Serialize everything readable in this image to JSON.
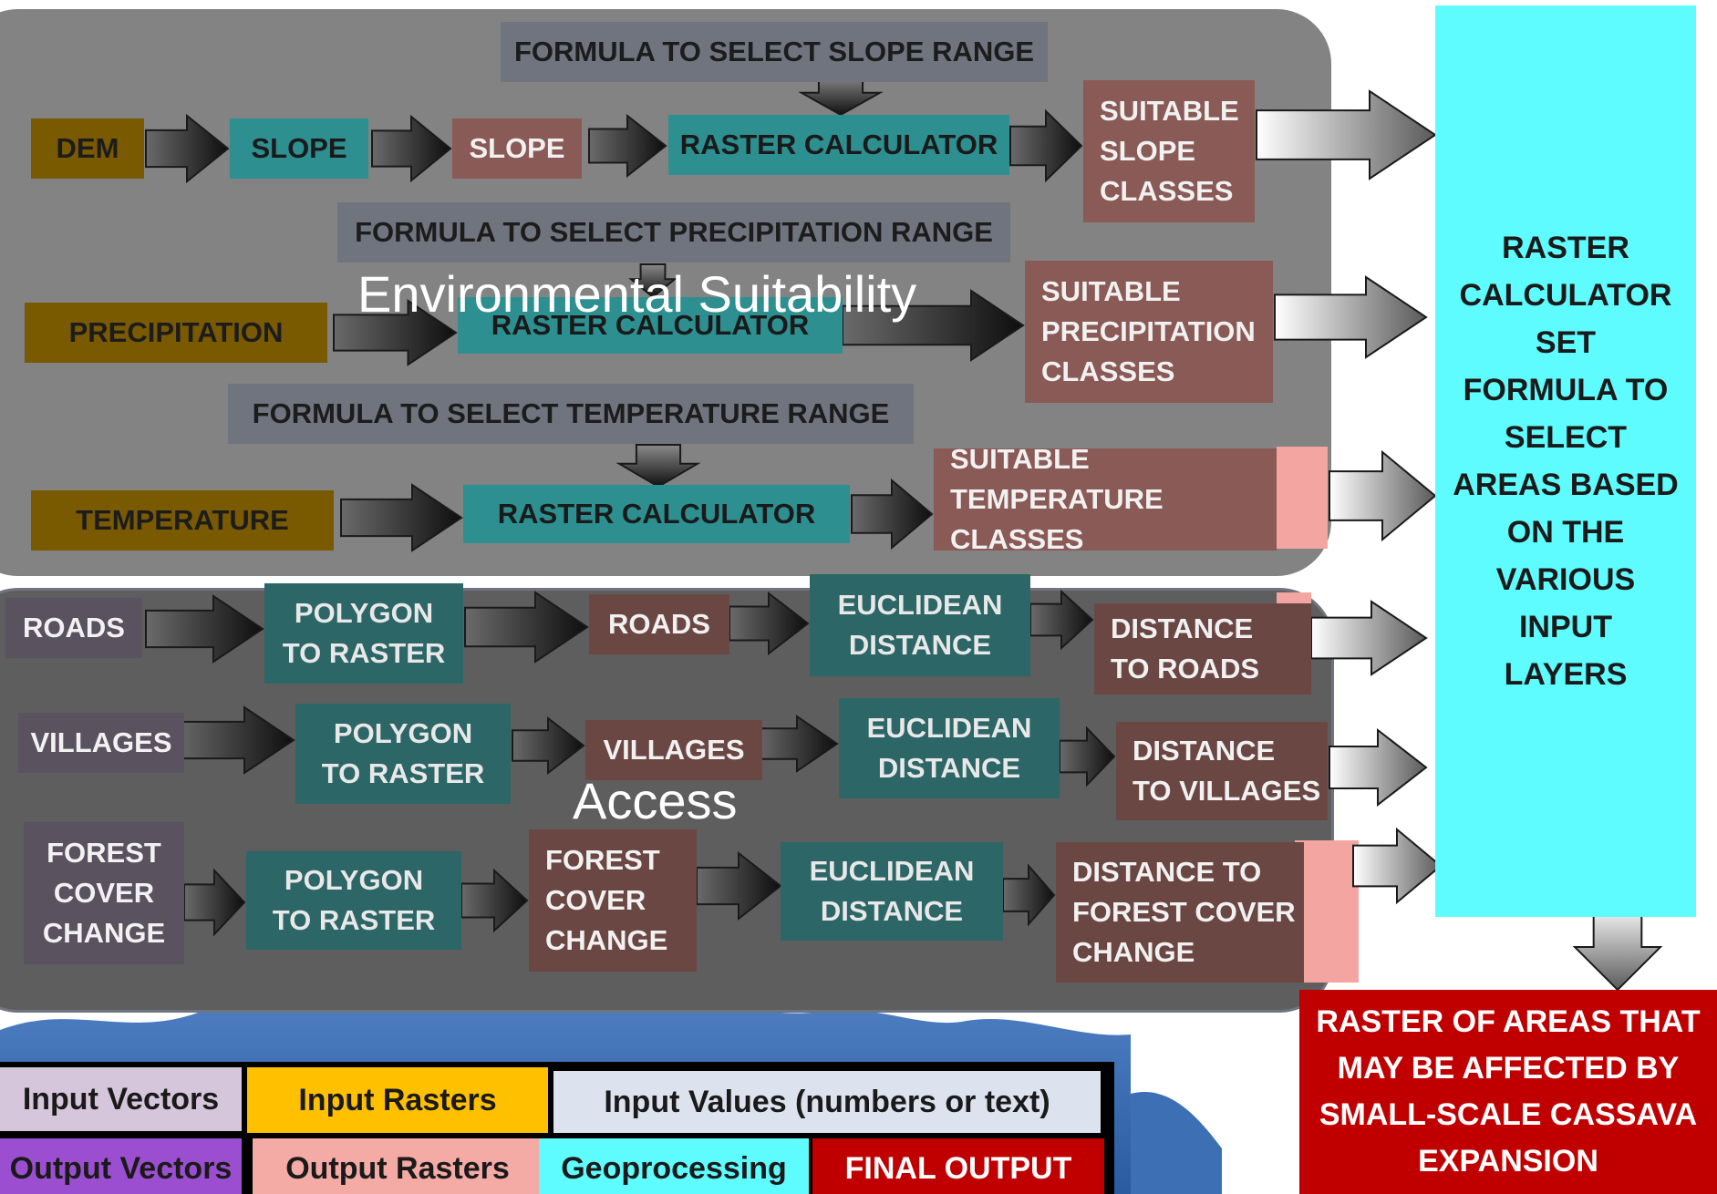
{
  "sections": {
    "environmental": "Environmental Suitability",
    "access": "Access"
  },
  "env": {
    "formula_slope": "FORMULA TO SELECT SLOPE RANGE",
    "dem": "DEM",
    "slope_geo": "SLOPE",
    "slope_out": "SLOPE",
    "raster_calc_1": "RASTER CALCULATOR",
    "suitable_slope": [
      "SUITABLE",
      "SLOPE",
      "CLASSES"
    ],
    "formula_precip": "FORMULA TO SELECT PRECIPITATION RANGE",
    "precipitation": "PRECIPITATION",
    "raster_calc_2": "RASTER CALCULATOR",
    "suitable_precip": [
      "SUITABLE",
      "PRECIPITATION",
      "CLASSES"
    ],
    "formula_temp": "FORMULA TO SELECT TEMPERATURE RANGE",
    "temperature": "TEMPERATURE",
    "raster_calc_3": "RASTER CALCULATOR",
    "suitable_temp": [
      "SUITABLE TEMPERATURE",
      "CLASSES"
    ]
  },
  "access": {
    "roads": "ROADS",
    "poly_raster_1": [
      "POLYGON",
      "TO RASTER"
    ],
    "roads_out": "ROADS",
    "euclid_1": [
      "EUCLIDEAN",
      "DISTANCE"
    ],
    "dist_roads": [
      "DISTANCE",
      "TO ROADS"
    ],
    "villages": "VILLAGES",
    "poly_raster_2": [
      "POLYGON",
      "TO RASTER"
    ],
    "villages_out": "VILLAGES",
    "euclid_2": [
      "EUCLIDEAN",
      "DISTANCE"
    ],
    "dist_villages": [
      "DISTANCE",
      "TO VILLAGES"
    ],
    "forest": [
      "FOREST",
      "COVER",
      "CHANGE"
    ],
    "poly_raster_3": [
      "POLYGON",
      "TO RASTER"
    ],
    "forest_out": [
      "FOREST",
      "COVER",
      "CHANGE"
    ],
    "euclid_3": [
      "EUCLIDEAN",
      "DISTANCE"
    ],
    "dist_forest": [
      "DISTANCE TO",
      "FOREST COVER",
      "CHANGE"
    ]
  },
  "combine": [
    "RASTER",
    "CALCULATOR",
    "SET",
    "FORMULA TO",
    "SELECT",
    "AREAS BASED",
    "ON THE",
    "VARIOUS",
    "INPUT",
    "LAYERS"
  ],
  "final": [
    "RASTER OF AREAS THAT",
    "MAY BE AFFECTED BY",
    "SMALL-SCALE CASSAVA",
    "EXPANSION"
  ],
  "legend": {
    "input_vectors": "Input Vectors",
    "input_rasters": "Input Rasters",
    "input_values": "Input Values (numbers or text)",
    "output_vectors": "Output Vectors",
    "output_rasters": "Output Rasters",
    "geoprocessing": "Geoprocessing",
    "final_output": "FINAL  OUTPUT"
  },
  "colors": {
    "input_vectors": "#d6c6dc",
    "input_rasters": "#ffc000",
    "input_values": "#dce3ee",
    "output_vectors": "#9b4fd0",
    "output_rasters": "#f4aaa5",
    "geoprocessing": "#5ffcff",
    "final_output": "#c00000"
  }
}
